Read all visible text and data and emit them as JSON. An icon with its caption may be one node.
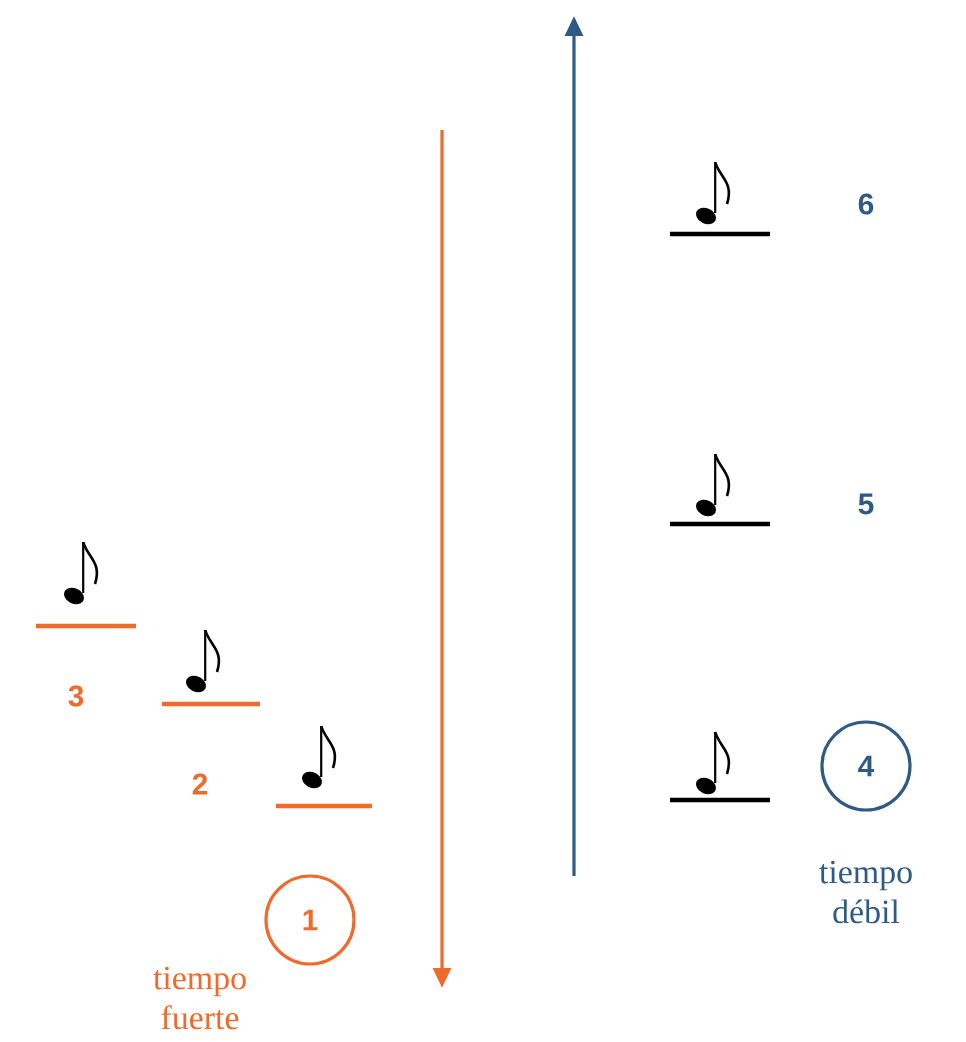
{
  "diagram": {
    "nodes": [
      {
        "text": [
          "4"
        ],
        "beside": [
          "tiempo débil"
        ]
      },
      {
        "text": [
          "1"
        ],
        "beside": [
          "tiempo fuerte"
        ]
      }
    ],
    "labels": [
      "6",
      "5",
      "3",
      "2"
    ]
  }
}
